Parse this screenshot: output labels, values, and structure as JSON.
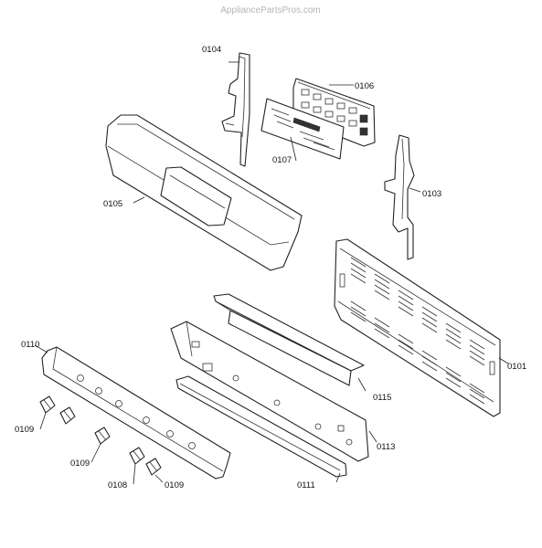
{
  "watermark": "AppliancePartsPros.com",
  "callouts": {
    "p0101": "0101",
    "p0103": "0103",
    "p0104": "0104",
    "p0105": "0105",
    "p0106": "0106",
    "p0107": "0107",
    "p0108": "0108",
    "p0109_a": "0109",
    "p0109_b": "0109",
    "p0109_c": "0109",
    "p0110": "0110",
    "p0111": "0111",
    "p0113": "0113",
    "p0115": "0115"
  }
}
